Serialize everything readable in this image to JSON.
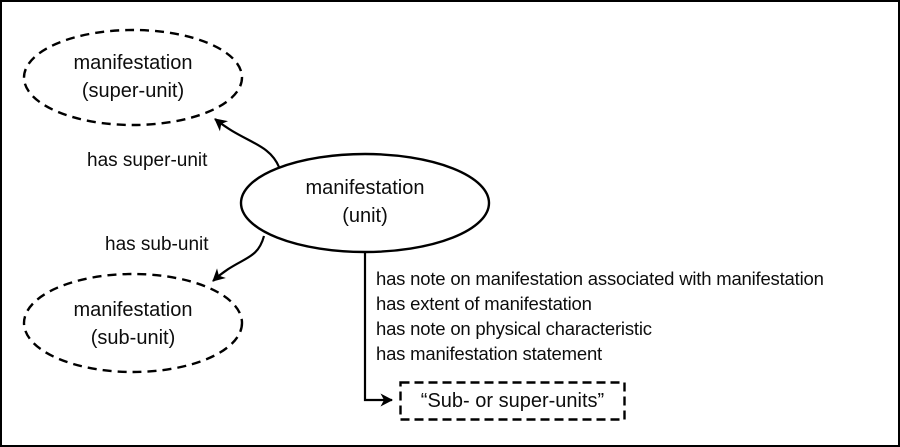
{
  "diagram": {
    "nodes": {
      "super_unit": {
        "line1": "manifestation",
        "line2": "(super-unit)"
      },
      "unit": {
        "line1": "manifestation",
        "line2": "(unit)"
      },
      "sub_unit": {
        "line1": "manifestation",
        "line2": "(sub-unit)"
      },
      "result_box": {
        "label": "“Sub- or super-units”"
      }
    },
    "edge_labels": {
      "has_super_unit": "has super-unit",
      "has_sub_unit": "has sub-unit"
    },
    "properties": [
      "has note on manifestation associated with manifestation",
      "has extent of manifestation",
      "has note on physical characteristic",
      "has manifestation statement"
    ],
    "colors": {
      "ink": "#000000",
      "background": "#ffffff"
    }
  }
}
